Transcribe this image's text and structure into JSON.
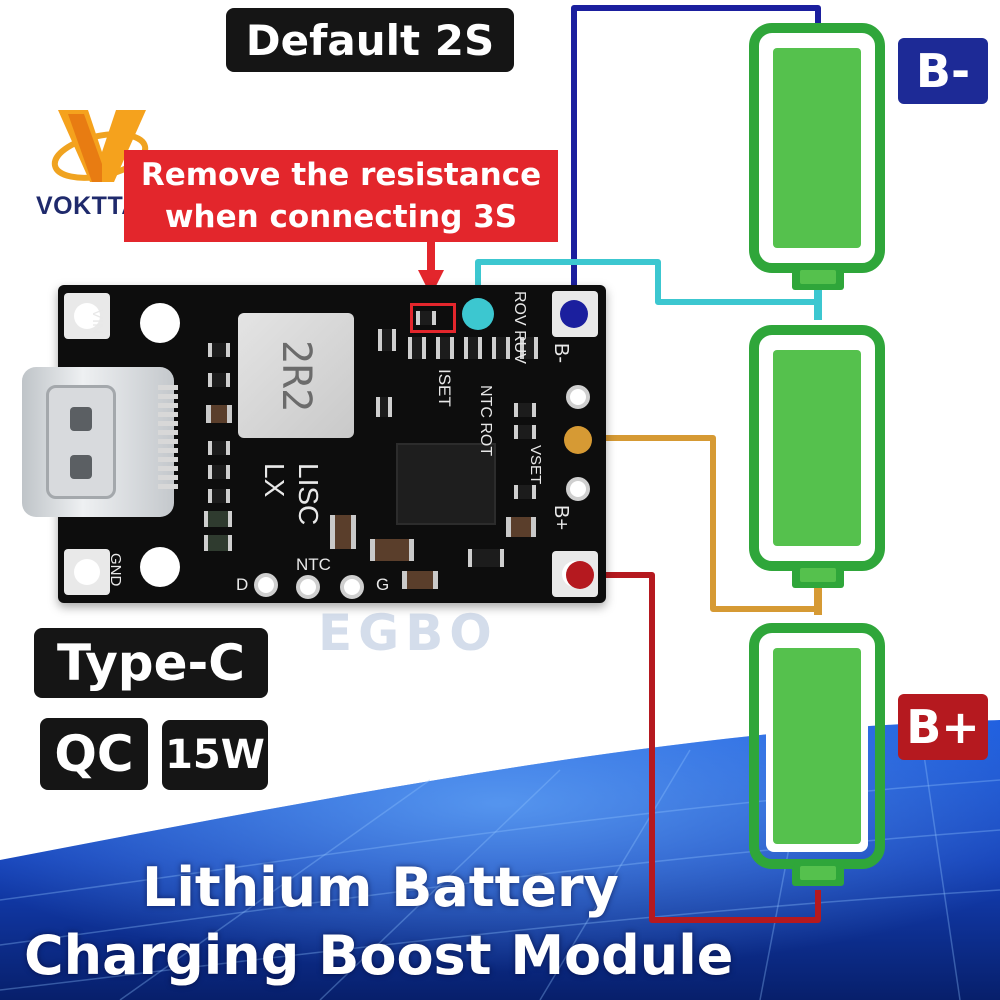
{
  "header": {
    "default_label": "Default 2S"
  },
  "brand": {
    "name": "VOKTTA",
    "logo_letter": "V"
  },
  "callout": {
    "line1": "Remove the resistance",
    "line2": "when connecting 3S"
  },
  "terminals": {
    "negative": "B-",
    "positive": "B+"
  },
  "features": {
    "connector": "Type-C",
    "protocol": "QC",
    "power": "15W"
  },
  "watermark": "EGBO",
  "title": {
    "line1": "Lithium Battery",
    "line2": "Charging Boost Module"
  },
  "pcb": {
    "inductor_marking": "2R2",
    "silk": {
      "vin": "VIN",
      "gnd": "GND",
      "lx": "LX",
      "lisc": "LISC",
      "ntc": "NTC",
      "iset": "ISET",
      "ntc_rot": "NTC ROT",
      "rov_ruv": "ROV RUV",
      "vset": "VSET",
      "bminus": "B-",
      "bplus": "B+",
      "d": "D",
      "g": "G"
    }
  },
  "colors": {
    "battery_green": "#55c14d",
    "battery_outline": "#2fa63a",
    "wire_blue": "#1b1f9e",
    "wire_cyan": "#3cc7d0",
    "wire_orange": "#d69a34",
    "wire_red": "#b5191f",
    "callout_red": "#e3262c",
    "badge_blue": "#1d2a96",
    "badge_red": "#b5191f",
    "label_black": "#151515"
  }
}
